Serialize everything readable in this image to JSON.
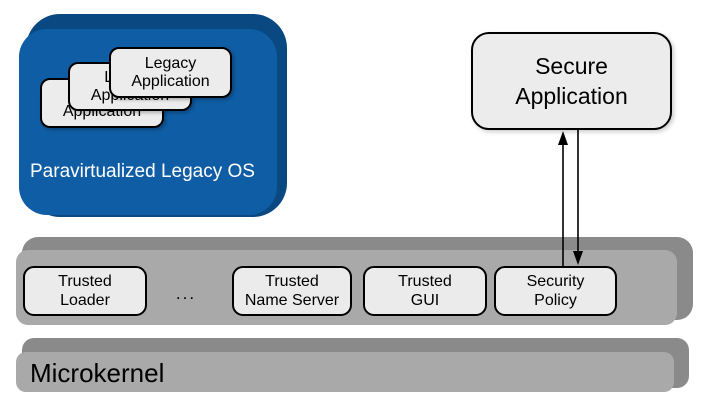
{
  "legacy_os": {
    "label": "Paravirtualized Legacy OS",
    "apps": [
      "Legacy\nApplication",
      "Legacy\nApplication",
      "Legacy\nApplication"
    ]
  },
  "secure_application": {
    "label": "Secure\nApplication"
  },
  "services": {
    "ellipsis": "...",
    "boxes": [
      "Trusted\nLoader",
      "Trusted\nName Server",
      "Trusted\nGUI",
      "Security\nPolicy"
    ]
  },
  "microkernel": {
    "label": "Microkernel"
  },
  "colors": {
    "legacy_os_face": "#0F5DA4",
    "legacy_os_top": "#0A4882",
    "slab_face": "#A9A9A9",
    "slab_top": "#8A8A8A",
    "box_fill": "#ECECEC",
    "box_border": "#000000",
    "arrow": "#000000"
  }
}
